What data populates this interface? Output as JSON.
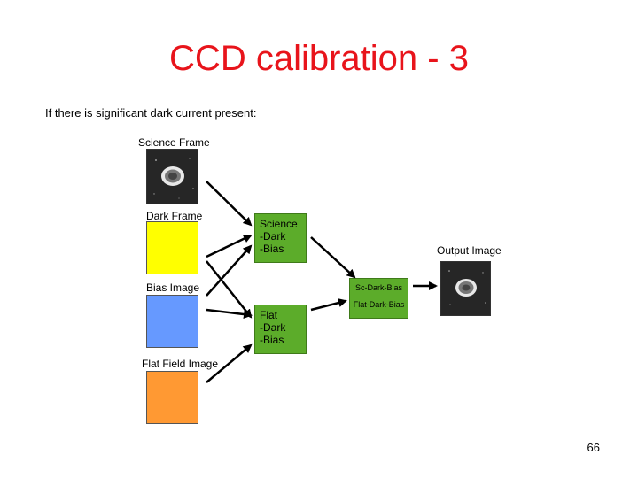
{
  "title": "CCD calibration - 3",
  "intro": "If there is significant dark current present:",
  "frames": {
    "science_label": "Science Frame",
    "dark_label": "Dark Frame",
    "bias_label": "Bias Image",
    "flat_label": "Flat Field Image"
  },
  "colors": {
    "title": "#e8141b",
    "dark_frame": "#ffff00",
    "bias_image": "#6699ff",
    "flat_field": "#ff9933",
    "process_box": "#5cac2a"
  },
  "science_box": {
    "line1": "Science",
    "line2": "-Dark",
    "line3": "-Bias"
  },
  "flat_box": {
    "line1": "Flat",
    "line2": "-Dark",
    "line3": "-Bias"
  },
  "result": {
    "numerator": "Sc-Dark-Bias",
    "denominator": "Flat-Dark-Bias"
  },
  "output_label": "Output Image",
  "page_number": "66"
}
